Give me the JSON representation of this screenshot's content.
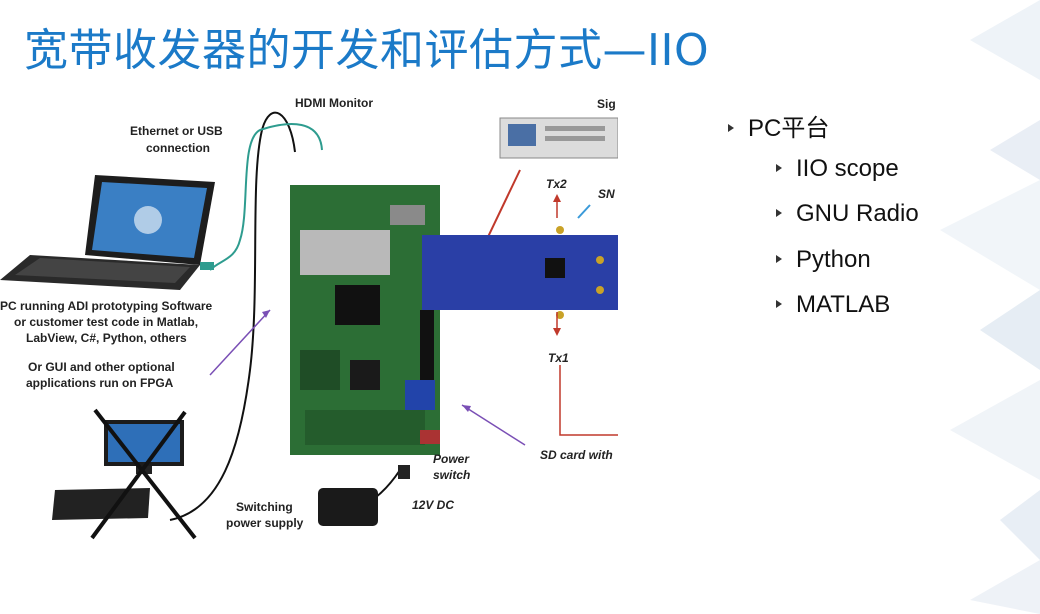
{
  "slide": {
    "title": "宽带收发器的开发和评估方式—IIO"
  },
  "diagram": {
    "labels": {
      "hdmi_monitor": "HDMI  Monitor",
      "signal_gen": "Sig",
      "ethernet_1": "Ethernet or USB",
      "ethernet_2": "connection",
      "tx2": "Tx2",
      "sn": "SN",
      "pc_1": "PC running ADI prototyping Software",
      "pc_2": "or customer test code in Matlab,",
      "pc_3": "LabView, C#, Python, others",
      "gui_1": "Or GUI and other optional",
      "gui_2": "applications run on FPGA",
      "tx1": "Tx1",
      "sd_card": "SD card with",
      "power_1": "Power",
      "power_2": "switch",
      "supply_1": "Switching",
      "supply_2": "power supply",
      "dc": "12V DC"
    }
  },
  "bullets": {
    "main": "PC平台",
    "items": [
      "IIO scope",
      "GNU Radio",
      "Python",
      "MATLAB"
    ]
  },
  "colors": {
    "title": "#1b7ac8",
    "board": "#2c6e35",
    "eval_board": "#2a3fa6",
    "cable_red": "#c0392b",
    "arrow_purple": "#7a4fb5"
  }
}
